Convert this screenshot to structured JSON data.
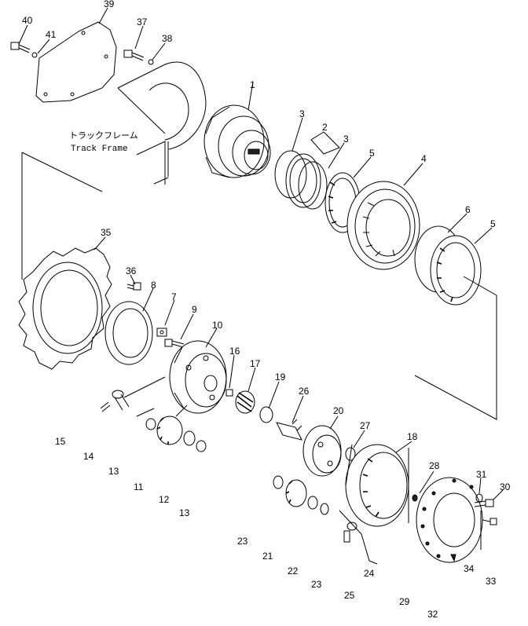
{
  "frame_label": {
    "jp": "トラックフレーム",
    "en": "Track Frame"
  },
  "part_numbers": [
    "1",
    "2",
    "3",
    "3",
    "4",
    "5",
    "5",
    "6",
    "7",
    "8",
    "9",
    "10",
    "11",
    "12",
    "13",
    "13",
    "14",
    "15",
    "16",
    "17",
    "18",
    "19",
    "20",
    "21",
    "22",
    "23",
    "23",
    "24",
    "25",
    "26",
    "27",
    "28",
    "29",
    "30",
    "31",
    "32",
    "33",
    "34",
    "35",
    "36",
    "37",
    "38",
    "39",
    "40",
    "41"
  ]
}
